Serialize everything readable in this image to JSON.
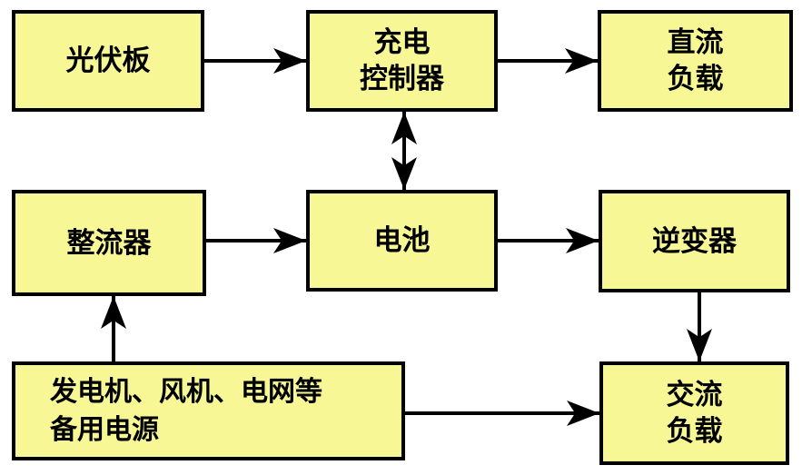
{
  "diagram": {
    "type": "block-diagram",
    "subject": "solar-hybrid-power-system",
    "colors": {
      "box_fill": "#F7F795",
      "box_border": "#000000",
      "arrow": "#000000",
      "background": "#FFFFFF",
      "text": "#000000"
    },
    "nodes": {
      "pv_panel": {
        "line1": "光伏板"
      },
      "charge_controller": {
        "line1": "充电",
        "line2": "控制器"
      },
      "dc_load": {
        "line1": "直流",
        "line2": "负载"
      },
      "rectifier": {
        "line1": "整流器"
      },
      "battery": {
        "line1": "电池"
      },
      "inverter": {
        "line1": "逆变器"
      },
      "backup_power": {
        "line1": "发电机、风机、电网等",
        "line2": "备用电源"
      },
      "ac_load": {
        "line1": "交流",
        "line2": "负载"
      }
    },
    "edges": [
      {
        "from": "pv_panel",
        "to": "charge_controller",
        "direction": "single"
      },
      {
        "from": "charge_controller",
        "to": "dc_load",
        "direction": "single"
      },
      {
        "from": "charge_controller",
        "to": "battery",
        "direction": "bidirectional"
      },
      {
        "from": "rectifier",
        "to": "battery",
        "direction": "single"
      },
      {
        "from": "battery",
        "to": "inverter",
        "direction": "single"
      },
      {
        "from": "inverter",
        "to": "ac_load",
        "direction": "single"
      },
      {
        "from": "backup_power",
        "to": "rectifier",
        "direction": "single"
      },
      {
        "from": "backup_power",
        "to": "ac_load",
        "direction": "single"
      }
    ]
  }
}
